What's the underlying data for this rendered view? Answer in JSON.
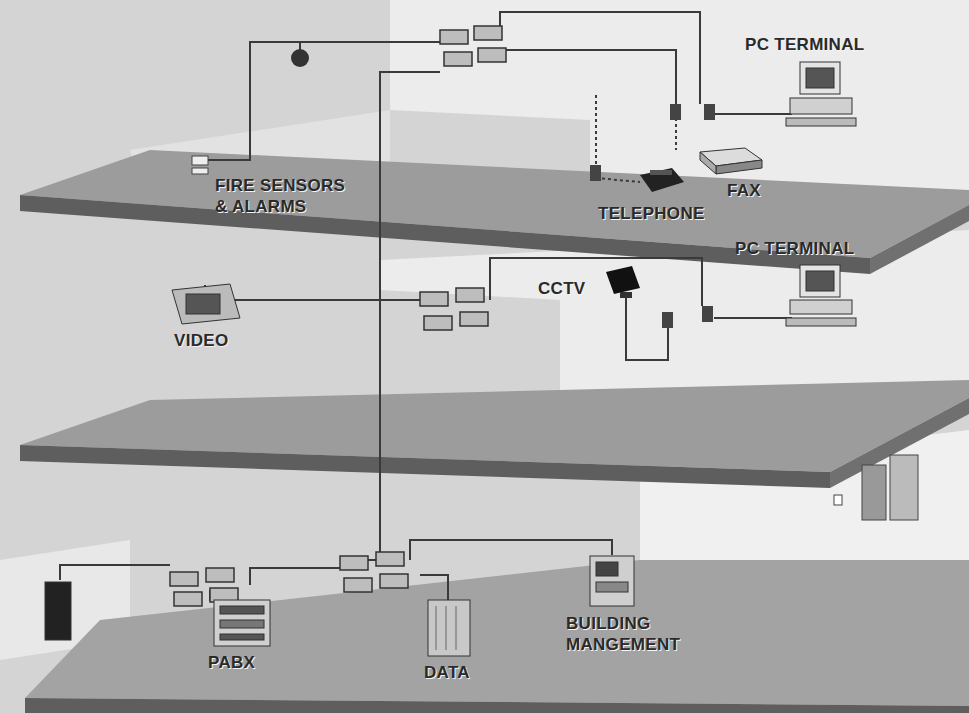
{
  "diagram": {
    "labels": [
      "FIRE SENSORS & ALARMS",
      "PC TERMINAL",
      "FAX",
      "TELEPHONE",
      "VIDEO",
      "CCTV",
      "PC TERMINAL",
      "PABX",
      "DATA",
      "BUILDING MANGEMENT"
    ]
  }
}
